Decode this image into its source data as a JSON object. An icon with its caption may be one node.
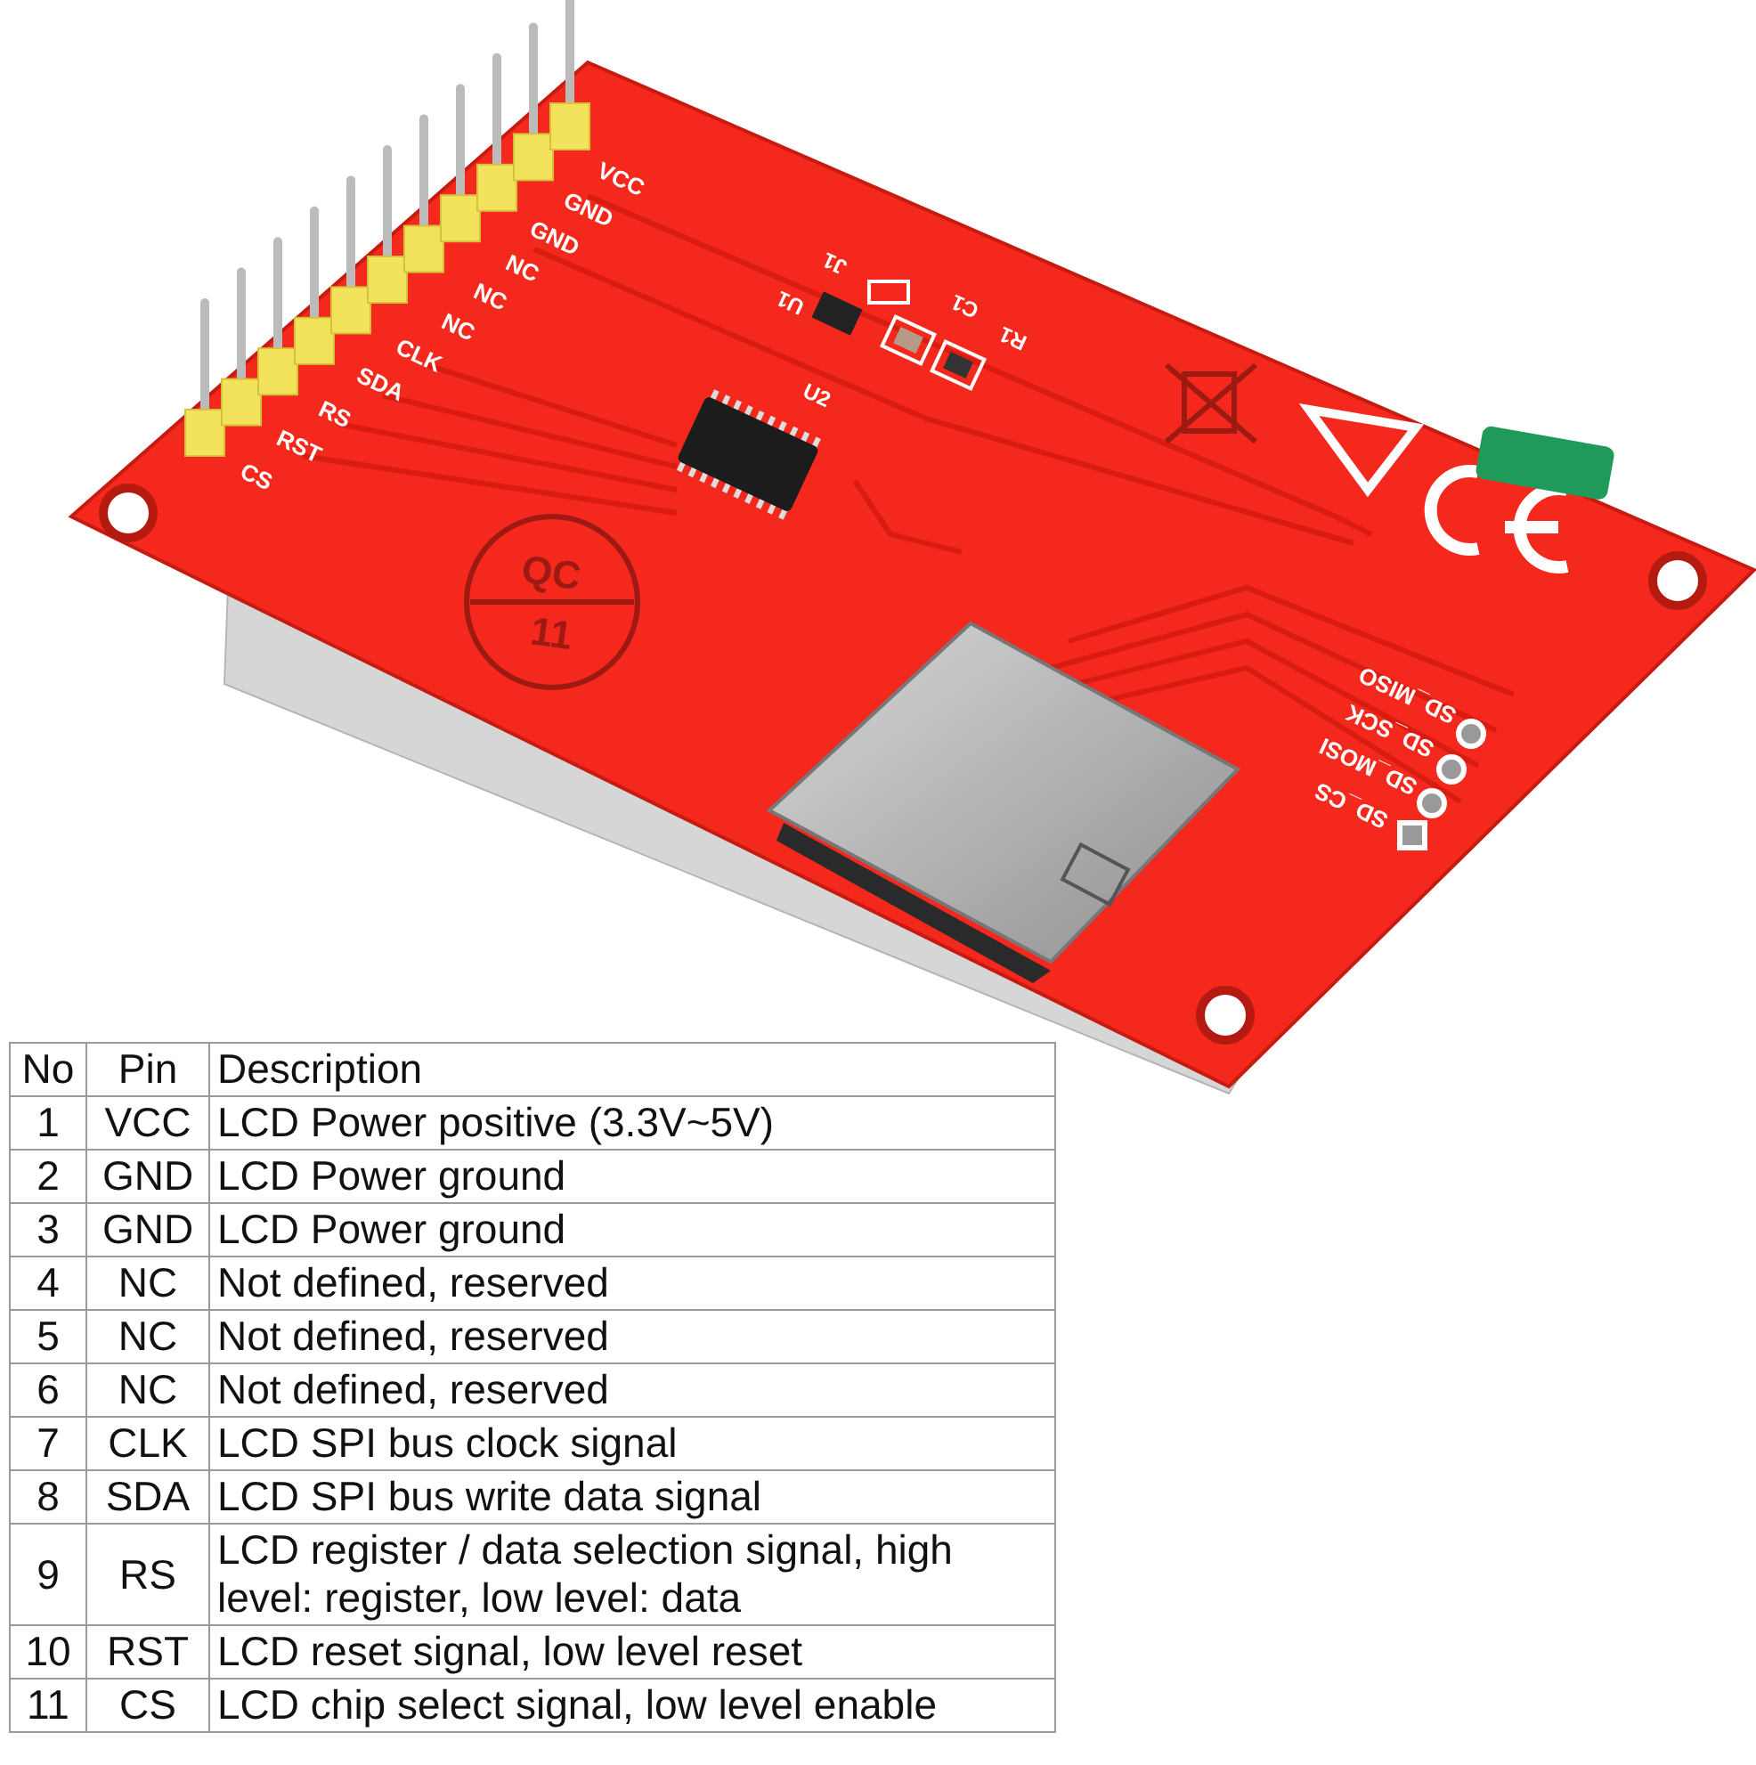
{
  "diagram": {
    "labels": [
      "VCC",
      "GND",
      "GND",
      "NC",
      "NC",
      "NC",
      "CLK",
      "SDA",
      "RS",
      "RST",
      "CS",
      "J1",
      "U1",
      "C1",
      "R1",
      "U2",
      "QC",
      "11",
      "SD_MISO",
      "SD_SCK",
      "SD_MOSI",
      "SD_CS",
      "No",
      "Pin",
      "Description",
      "1",
      "VCC",
      "LCD Power positive (3.3V~5V)",
      "2",
      "GND",
      "LCD Power ground",
      "3",
      "GND",
      "LCD Power ground",
      "4",
      "NC",
      "Not defined, reserved",
      "5",
      "NC",
      "Not defined, reserved",
      "6",
      "NC",
      "Not defined, reserved",
      "7",
      "CLK",
      "LCD SPI bus clock signal",
      "8",
      "SDA",
      "LCD SPI bus write data signal",
      "9",
      "RS",
      "LCD register / data selection signal, high level: register, low level: data",
      "10",
      "RST",
      "LCD reset signal, low level reset",
      "11",
      "CS",
      "LCD chip select signal, low level enable"
    ]
  }
}
